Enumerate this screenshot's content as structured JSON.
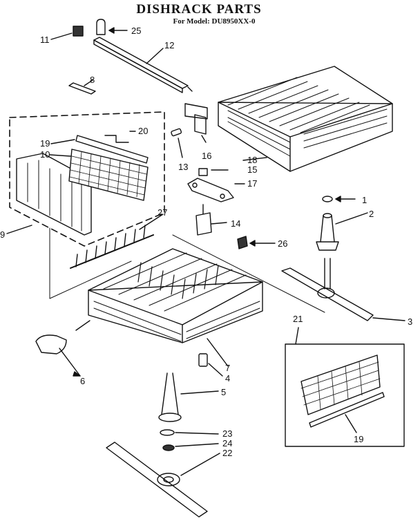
{
  "header": {
    "title": "DISHRACK PARTS",
    "model": "For Model: DU8950XX-0"
  },
  "callouts": [
    "1",
    "2",
    "3",
    "4",
    "5",
    "6",
    "7",
    "8",
    "9",
    "10",
    "11",
    "12",
    "13",
    "14",
    "15",
    "16",
    "17",
    "18",
    "19",
    "19",
    "20",
    "21",
    "22",
    "23",
    "24",
    "25",
    "26",
    "27"
  ]
}
